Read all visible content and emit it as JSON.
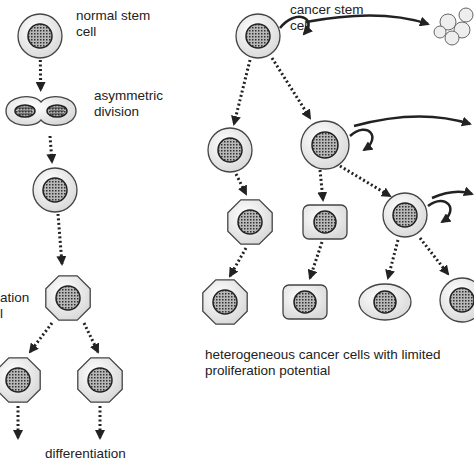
{
  "diagram": {
    "nodes": [
      {
        "text": [
          "normal stem cell"
        ]
      },
      {
        "text": [
          "asymmetric division"
        ]
      },
      {
        "text": [
          "cancer stem cell"
        ]
      }
    ],
    "edges": [
      {
        "from": 0,
        "to": 1,
        "arrow": "to"
      }
    ],
    "labels": [
      "ation l",
      "differentiation",
      "heterogeneous cancer cells with limited proliferation potential"
    ]
  }
}
